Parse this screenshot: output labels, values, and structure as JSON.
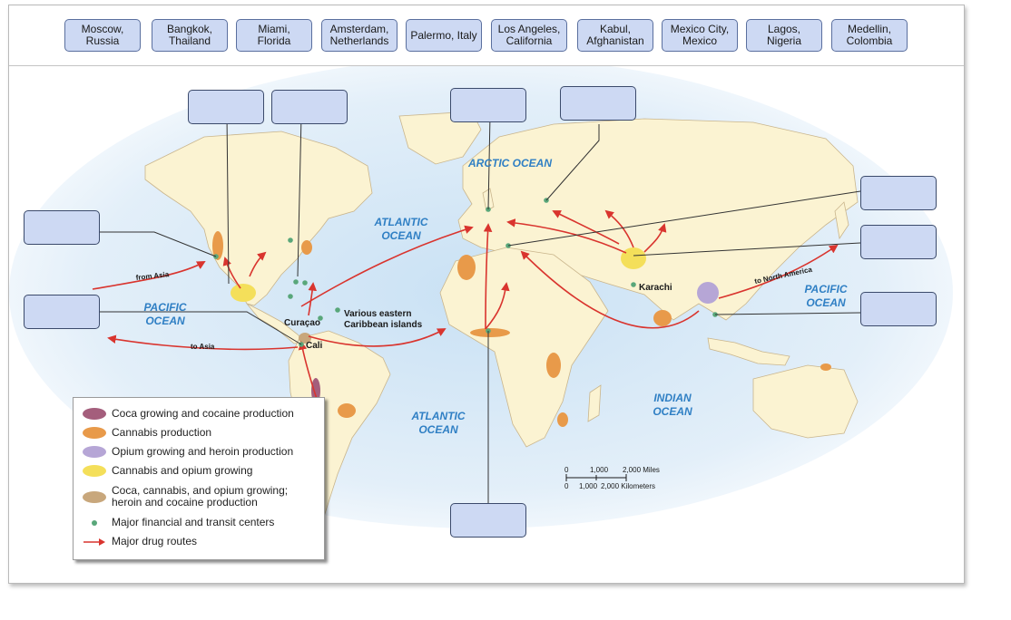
{
  "word_bank": [
    {
      "id": "moscow",
      "label": "Moscow,\nRussia"
    },
    {
      "id": "bangkok",
      "label": "Bangkok,\nThailand"
    },
    {
      "id": "miami",
      "label": "Miami,\nFlorida"
    },
    {
      "id": "amsterdam",
      "label": "Amsterdam,\nNetherlands"
    },
    {
      "id": "palermo",
      "label": "Palermo, Italy"
    },
    {
      "id": "los-angeles",
      "label": "Los Angeles,\nCalifornia"
    },
    {
      "id": "kabul",
      "label": "Kabul,\nAfghanistan"
    },
    {
      "id": "mexico-city",
      "label": "Mexico City,\nMexico"
    },
    {
      "id": "lagos",
      "label": "Lagos,\nNigeria"
    },
    {
      "id": "medellin",
      "label": "Medellin,\nColombia"
    }
  ],
  "map_labels": {
    "arctic_ocean": "ARCTIC OCEAN",
    "atlantic_north_1": "ATLANTIC",
    "atlantic_north_2": "OCEAN",
    "atlantic_south_1": "ATLANTIC",
    "atlantic_south_2": "OCEAN",
    "pacific_east_1": "PACIFIC",
    "pacific_east_2": "OCEAN",
    "pacific_west_1": "PACIFIC",
    "pacific_west_2": "OCEAN",
    "indian_1": "INDIAN",
    "indian_2": "OCEAN",
    "curacao": "Curaçao",
    "cali": "Cali",
    "caribbean_1": "Various eastern",
    "caribbean_2": "Caribbean islands",
    "karachi": "Karachi",
    "from_asia": "from Asia",
    "to_asia": "to Asia",
    "to_north_america": "to North America"
  },
  "scale_bar": {
    "miles": [
      "0",
      "1,000",
      "2,000 Miles"
    ],
    "kilometers": [
      "0",
      "1,000",
      "2,000 Kilometers"
    ]
  },
  "legend": [
    {
      "label": "Coca growing and cocaine production",
      "color": "#a45e7c"
    },
    {
      "label": "Cannabis production",
      "color": "#e89a4a"
    },
    {
      "label": "Opium growing and heroin production",
      "color": "#b6a6d6"
    },
    {
      "label": "Cannabis and opium growing",
      "color": "#f4df5a"
    },
    {
      "label": "Coca, cannabis, and opium growing;\nheroin and cocaine production",
      "color": "#c8a77c"
    },
    {
      "label": "Major financial and transit centers",
      "color": "#59a77a"
    },
    {
      "label": "Major drug routes",
      "color": "#d9342e"
    }
  ],
  "colors": {
    "land": "#fbf3d2",
    "water": "#e6f1fb",
    "route": "#d9342e",
    "drop_zone": "#cdd9f3",
    "ocean_label": "#2f7fc4"
  }
}
